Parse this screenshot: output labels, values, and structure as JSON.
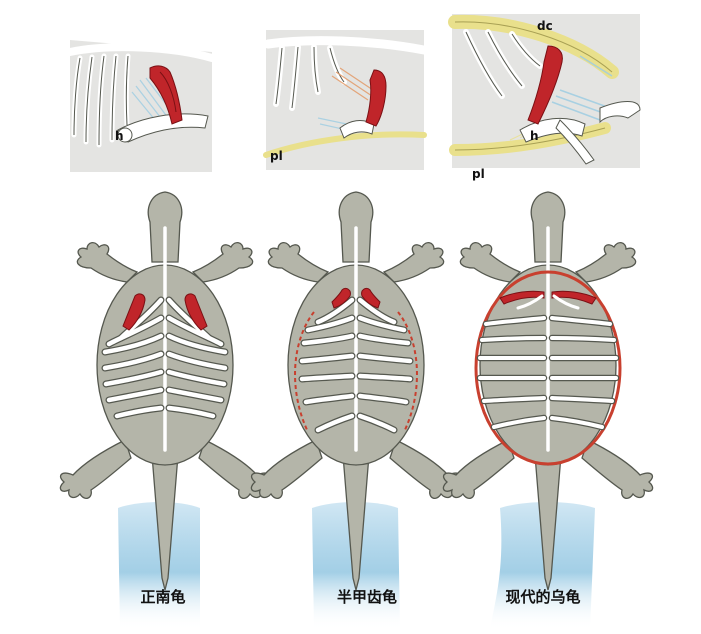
{
  "panels": [
    {
      "caption": "正南龟",
      "callouts": [
        "h"
      ]
    },
    {
      "caption": "半甲齿龟",
      "callouts": [
        "pl"
      ]
    },
    {
      "caption": "现代的乌龟",
      "callouts": [
        "dc",
        "h",
        "pl"
      ]
    }
  ],
  "colors": {
    "body": "#b4b5a9",
    "outline": "#55584f",
    "bone": "#ffffff",
    "muscle": "#c0252a",
    "muscle_dark": "#7a1014",
    "shell": "#c8402f",
    "plastron": "#e9e08c",
    "tail_glow": "#8cc3e0",
    "panel_bg": "#e4e4e2"
  }
}
